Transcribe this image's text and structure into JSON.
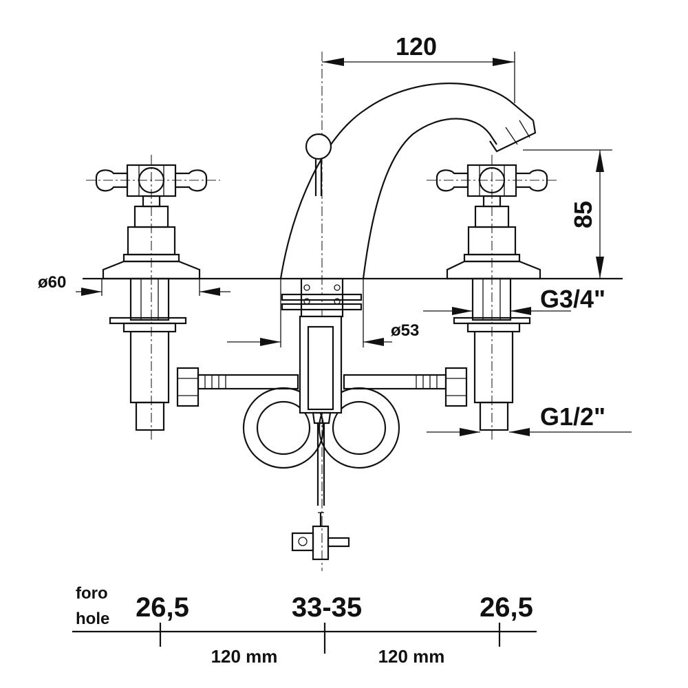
{
  "dimensions": {
    "spout_reach": "120",
    "spout_height": "85",
    "flange_dia": "ø60",
    "spout_base_dia": "ø53",
    "thread_valve": "G3/4\"",
    "thread_inlet": "G1/2\""
  },
  "holes": {
    "label_it": "foro",
    "label_en": "hole",
    "left": "26,5",
    "center": "33-35",
    "right": "26,5",
    "spacing_left": "120 mm",
    "spacing_right": "120 mm"
  }
}
